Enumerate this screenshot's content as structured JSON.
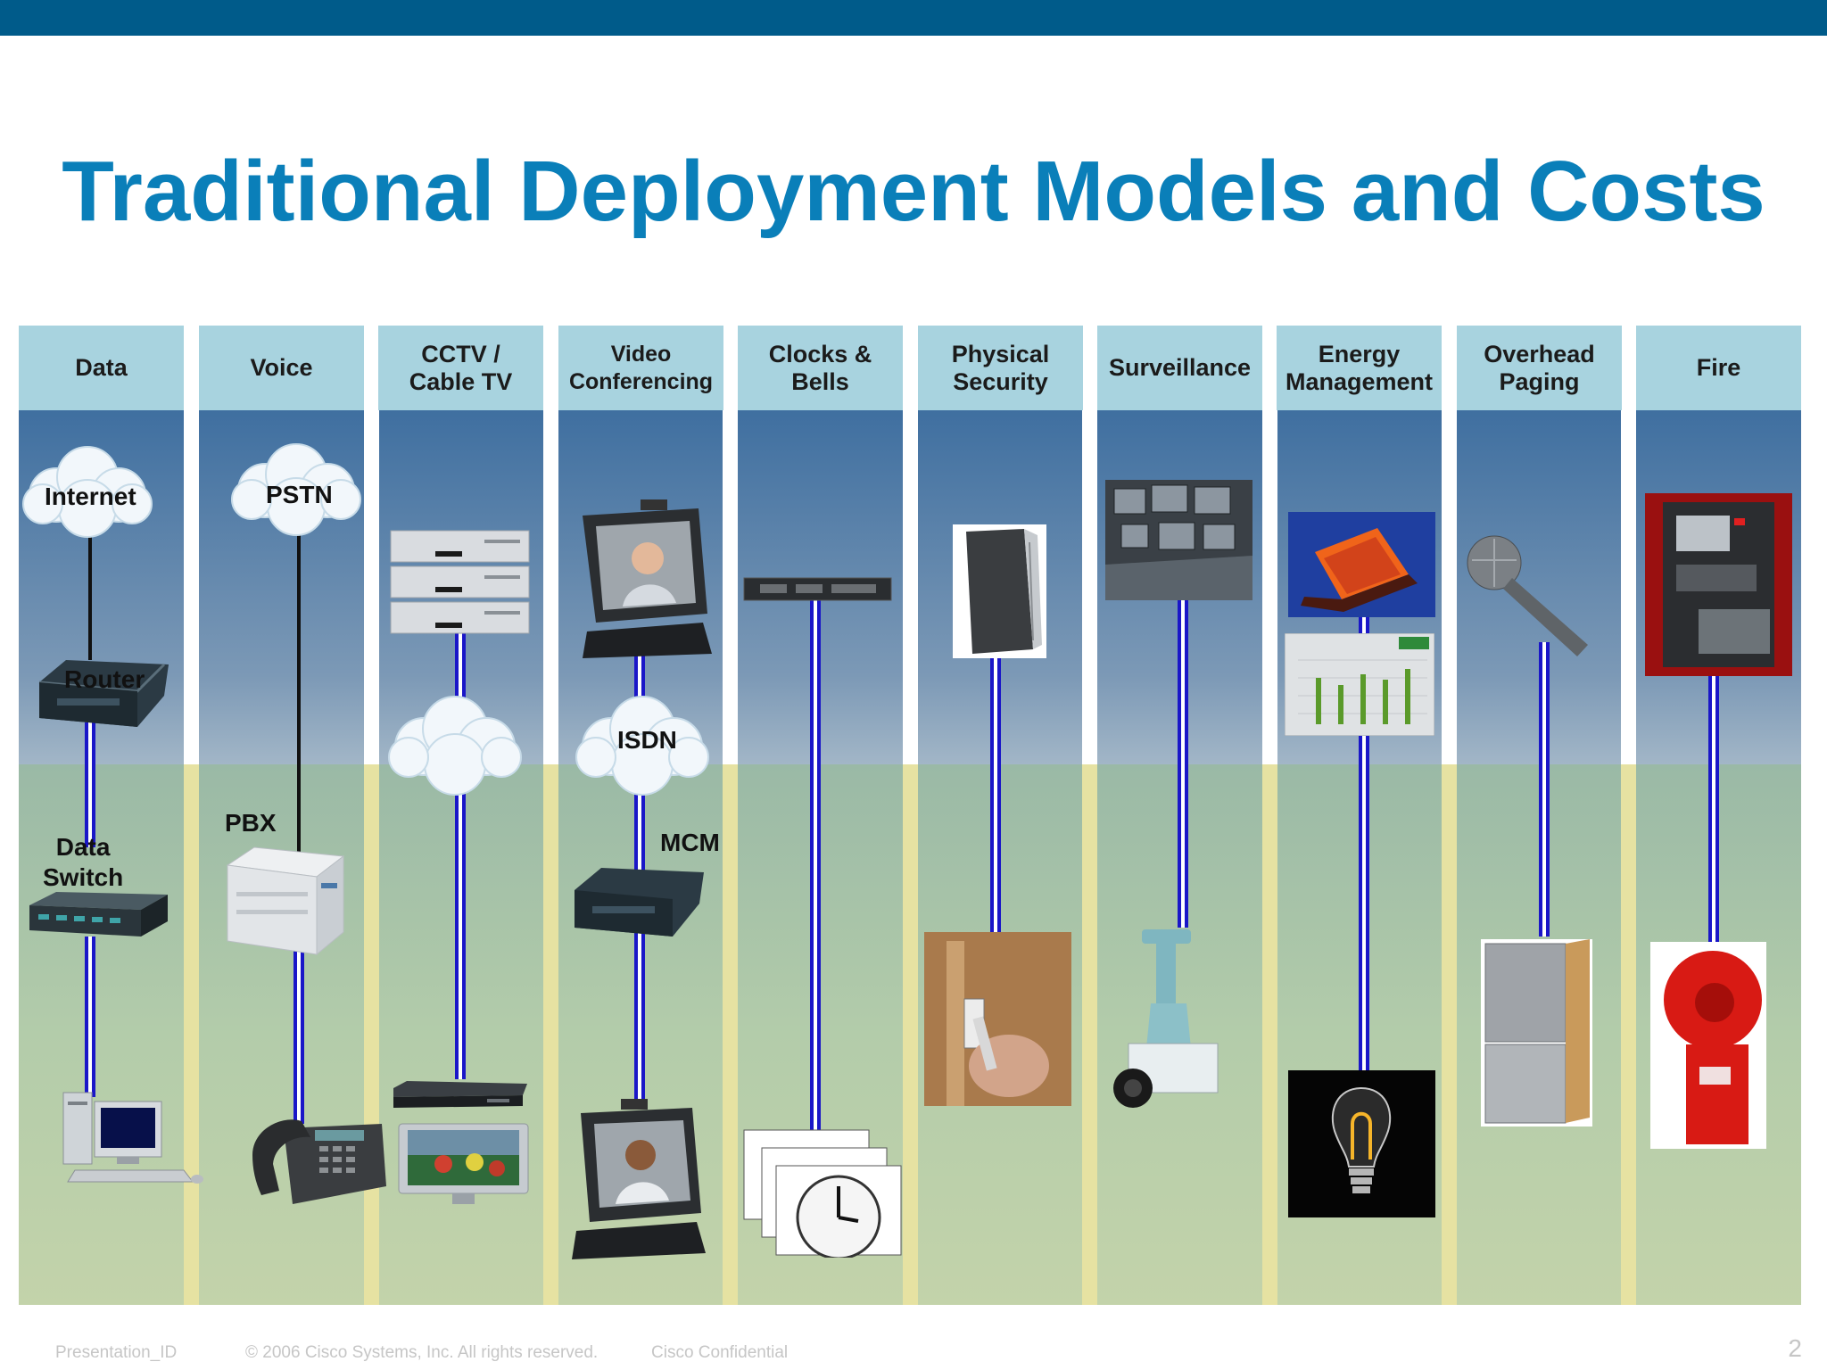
{
  "slide": {
    "title": "Traditional Deployment Models and Costs",
    "page_number": "2"
  },
  "columns": [
    {
      "label": "Data"
    },
    {
      "label": "Voice"
    },
    {
      "label": "CCTV /\nCable TV"
    },
    {
      "label": "Video\nConferencing"
    },
    {
      "label": "Clocks &\nBells"
    },
    {
      "label": "Physical\nSecurity"
    },
    {
      "label": "Surveillance"
    },
    {
      "label": "Energy\nManagement"
    },
    {
      "label": "Overhead\nPaging"
    },
    {
      "label": "Fire"
    }
  ],
  "labels": {
    "internet": "Internet",
    "router": "Router",
    "data_switch": "Data\nSwitch",
    "pstn": "PSTN",
    "pbx": "PBX",
    "isdn": "ISDN",
    "mcm": "MCM"
  },
  "footer": {
    "presentation_id": "Presentation_ID",
    "copyright": "© 2006 Cisco Systems, Inc. All rights reserved.",
    "confidential": "Cisco Confidential"
  },
  "colors": {
    "top_bar": "#005b8a",
    "title": "#0a7fb9",
    "header_cell": "#a8d3df",
    "connector": "#1a16c8"
  }
}
